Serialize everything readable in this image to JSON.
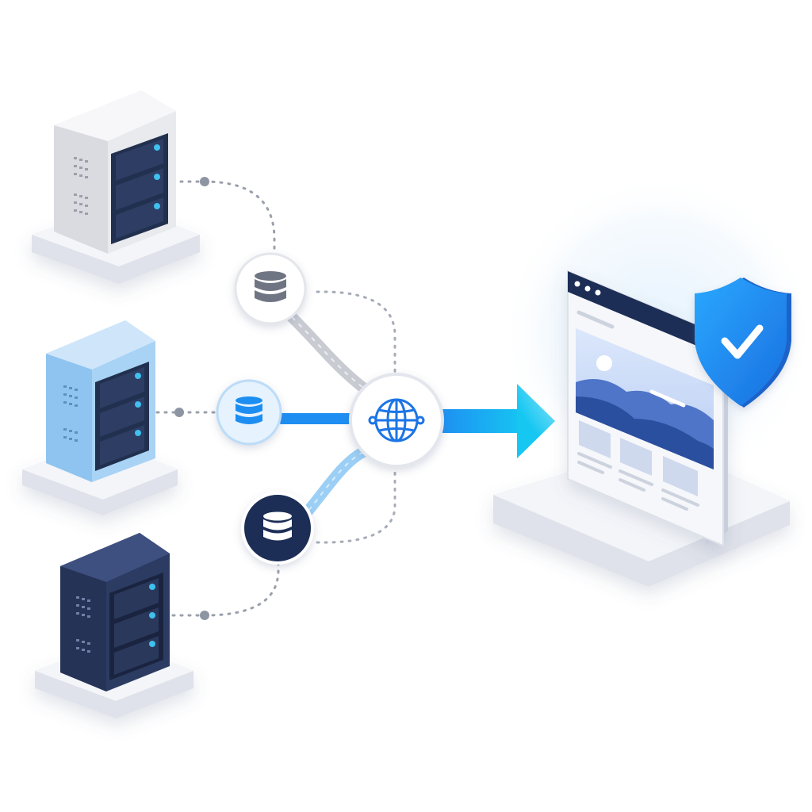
{
  "diagram": {
    "colors": {
      "background": "#ffffff",
      "platform_top": "#f3f4f8",
      "platform_side": "#dfe2ea",
      "server_light": "#e9eaee",
      "server_blue": "#a9d3f5",
      "server_dark": "#2c3b62",
      "rack_panel": "#22304f",
      "rack_led": "#3fc0ee",
      "flow_blue": "#1e8ef2",
      "flow_cyan": "#16c7f2",
      "flow_gray": "#c9cbd2",
      "dotted_line": "#9aa0ab",
      "browser_titlebar": "#1f2d57",
      "shield_blue": "#1f8ff0"
    },
    "servers": [
      {
        "id": "server-light",
        "variant": "light"
      },
      {
        "id": "server-blue",
        "variant": "blue"
      },
      {
        "id": "server-dark",
        "variant": "dark"
      }
    ],
    "database_nodes": [
      {
        "id": "db-gray",
        "variant": "gray",
        "icon": "database-icon"
      },
      {
        "id": "db-blue",
        "variant": "blue",
        "icon": "database-icon"
      },
      {
        "id": "db-dark",
        "variant": "dark",
        "icon": "database-icon"
      }
    ],
    "hub": {
      "icon": "globe-icon"
    },
    "output": {
      "window": "browser-window",
      "badge": "shield-check-icon"
    }
  }
}
